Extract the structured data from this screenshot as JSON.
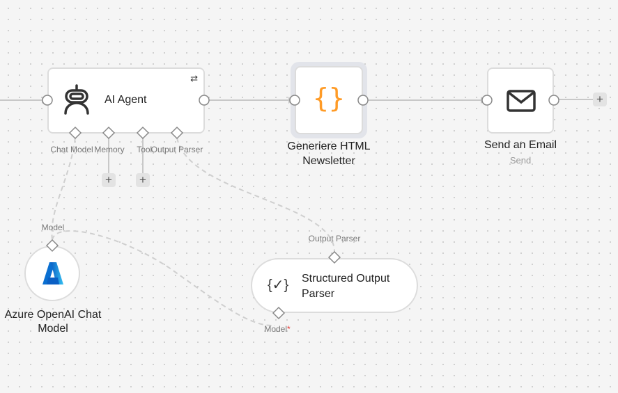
{
  "nodes": {
    "agent": {
      "title": "AI Agent",
      "ports": [
        "Chat Model",
        "Memory",
        "Tool",
        "Output Parser"
      ]
    },
    "html": {
      "title_l1": "Generiere HTML",
      "title_l2": "Newsletter"
    },
    "email": {
      "title": "Send an Email",
      "subtitle": "Send"
    },
    "azure": {
      "title_l1": "Azure OpenAI Chat",
      "title_l2": "Model",
      "port": "Model"
    },
    "parser": {
      "title_l1": "Structured Output",
      "title_l2": "Parser",
      "port_top": "Output Parser",
      "port_bottom": "Model",
      "required_mark": "*"
    }
  },
  "plus": "+",
  "colors": {
    "accent": "#ff9b26",
    "azure": "#0a6fd1"
  }
}
